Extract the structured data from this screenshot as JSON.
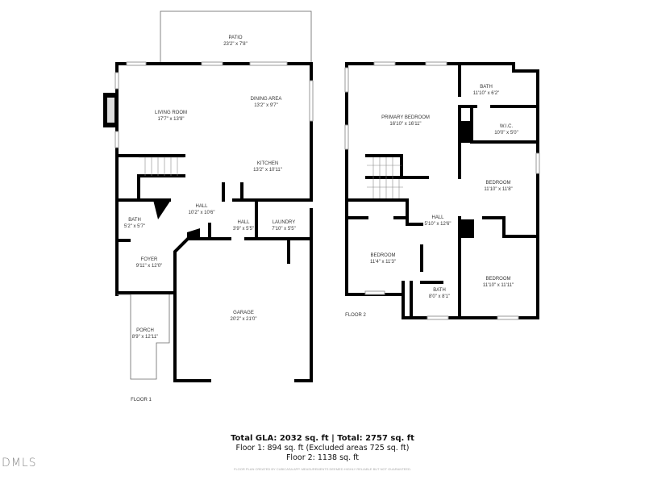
{
  "floor1": {
    "label": "FLOOR 1",
    "rooms": [
      {
        "name": "PATIO",
        "size": "23'2\" x 7'8\""
      },
      {
        "name": "LIVING ROOM",
        "size": "17'7\" x 13'9\""
      },
      {
        "name": "DINING AREA",
        "size": "13'2\" x 9'7\""
      },
      {
        "name": "KITCHEN",
        "size": "13'2\" x 10'11\""
      },
      {
        "name": "HALL",
        "size": "10'2\" x 10'6\""
      },
      {
        "name": "BATH",
        "size": "5'2\" x 5'7\""
      },
      {
        "name": "HALL",
        "size": "3'9\" x 5'5\""
      },
      {
        "name": "LAUNDRY",
        "size": "7'10\" x 5'5\""
      },
      {
        "name": "FOYER",
        "size": "9'11\" x 12'0\""
      },
      {
        "name": "GARAGE",
        "size": "20'2\" x 21'0\""
      },
      {
        "name": "PORCH",
        "size": "8'9\" x 12'11\""
      }
    ]
  },
  "floor2": {
    "label": "FLOOR 2",
    "rooms": [
      {
        "name": "PRIMARY BEDROOM",
        "size": "16'10\" x 16'11\""
      },
      {
        "name": "BATH",
        "size": "11'10\" x 6'2\""
      },
      {
        "name": "W.I.C.",
        "size": "10'0\" x 5'0\""
      },
      {
        "name": "BEDROOM",
        "size": "11'10\" x 11'8\""
      },
      {
        "name": "HALL",
        "size": "5'10\" x 12'6\""
      },
      {
        "name": "BEDROOM",
        "size": "11'4\" x 11'3\""
      },
      {
        "name": "BATH",
        "size": "8'0\" x 8'1\""
      },
      {
        "name": "BEDROOM",
        "size": "11'10\" x 11'11\""
      }
    ]
  },
  "summary": {
    "total": "Total GLA: 2032 sq. ft | Total: 2757 sq. ft",
    "floor1": "Floor 1: 894 sq. ft (Excluded areas 725 sq. ft)",
    "floor2": "Floor 2: 1138 sq. ft"
  },
  "disclaimer": "FLOOR PLAN CREATED BY CUBICASA APP. MEASUREMENTS DEEMED HIGHLY RELIABLE BUT NOT GUARANTEED.",
  "logo": "DMLS"
}
